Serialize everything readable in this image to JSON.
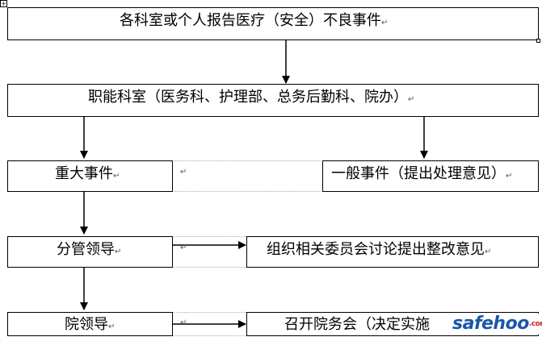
{
  "boxes": {
    "top": "各科室或个人报告医疗（安全）不良事件",
    "functional_depts": "职能科室（医务科、护理部、总务后勤科、院办）",
    "major_event": "重大事件",
    "general_event": "一般事件（提出处理意见）",
    "leader_in_charge": "分管领导",
    "committee": "组织相关委员会讨论提出整改意见",
    "hospital_leader": "院领导",
    "meeting": "召开院务会（决定实施"
  },
  "paragraph_mark": "↵",
  "watermark": {
    "text": "safehoo",
    "suffix": ".com"
  }
}
